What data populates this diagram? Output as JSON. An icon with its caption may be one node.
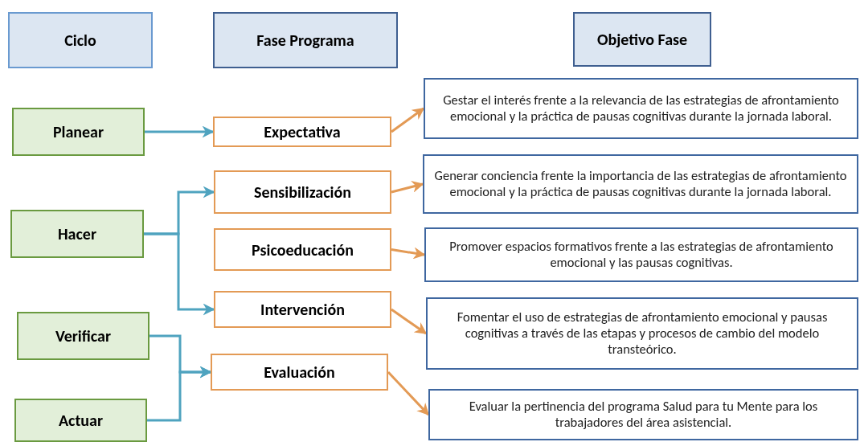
{
  "diagram": {
    "nodes": [
      {
        "text": [
          "Ciclo"
        ]
      },
      {
        "text": [
          "Fase Programa"
        ]
      },
      {
        "text": [
          "Objetivo Fase"
        ]
      },
      {
        "text": [
          "Planear"
        ]
      },
      {
        "text": [
          "Hacer"
        ]
      },
      {
        "text": [
          "Verificar"
        ]
      },
      {
        "text": [
          "Actuar"
        ]
      },
      {
        "text": [
          "Expectativa"
        ]
      },
      {
        "text": [
          "Sensibilización"
        ]
      },
      {
        "text": [
          "Psicoeducación"
        ]
      },
      {
        "text": [
          "Intervención"
        ]
      },
      {
        "text": [
          "Evaluación"
        ]
      },
      {
        "text": [
          "Gestar el interés frente a la relevancia de las estrategias de afrontamiento emocional y la práctica de pausas cognitivas durante la jornada laboral."
        ]
      },
      {
        "text": [
          "Generar conciencia frente la importancia de las estrategias de afrontamiento emocional y la práctica de pausas cognitivas durante la jornada laboral."
        ]
      },
      {
        "text": [
          "Promover espacios formativos frente a las estrategias de afrontamiento emocional y las pausas cognitivas."
        ]
      },
      {
        "text": [
          "Fomentar el uso de estrategias de afrontamiento emocional y pausas cognitivas a través de las etapas y procesos de cambio del modelo transteórico."
        ]
      },
      {
        "text": [
          "Evaluar la pertinencia del programa Salud para tu Mente para los trabajadores del área asistencial."
        ]
      }
    ],
    "edges": [
      {
        "from": 3,
        "to": 7,
        "arrow": "to"
      },
      {
        "from": 4,
        "to": 8,
        "arrow": "to"
      },
      {
        "from": 4,
        "to": 10,
        "arrow": "to"
      },
      {
        "from": 5,
        "to": 11,
        "arrow": "to"
      },
      {
        "from": 6,
        "to": 11,
        "arrow": "to"
      },
      {
        "from": 7,
        "to": 12,
        "arrow": "to",
        "color": "#e39a55"
      },
      {
        "from": 8,
        "to": 13,
        "arrow": "to",
        "color": "#e39a55"
      },
      {
        "from": 9,
        "to": 14,
        "arrow": "to",
        "color": "#e39a55"
      },
      {
        "from": 10,
        "to": 15,
        "arrow": "to",
        "color": "#e39a55"
      },
      {
        "from": 11,
        "to": 16,
        "arrow": "to",
        "color": "#e39a55"
      }
    ]
  }
}
